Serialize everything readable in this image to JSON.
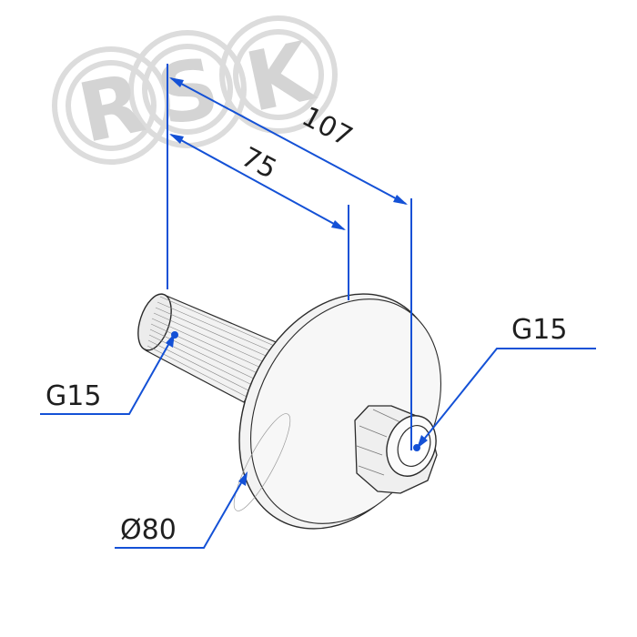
{
  "logo": {
    "letters": [
      "R",
      "S",
      "K"
    ]
  },
  "labels": {
    "dim_overall": "107",
    "dim_shaft": "75",
    "thread_left": "G15",
    "thread_right": "G15",
    "diameter": "Ø80"
  },
  "colors": {
    "dimension_line": "#1451d6",
    "outline": "#2b2b2b",
    "part_fill": "#f4f4f4",
    "logo_ring": "#d8d8d8",
    "logo_letter": "#d0d0d0"
  }
}
